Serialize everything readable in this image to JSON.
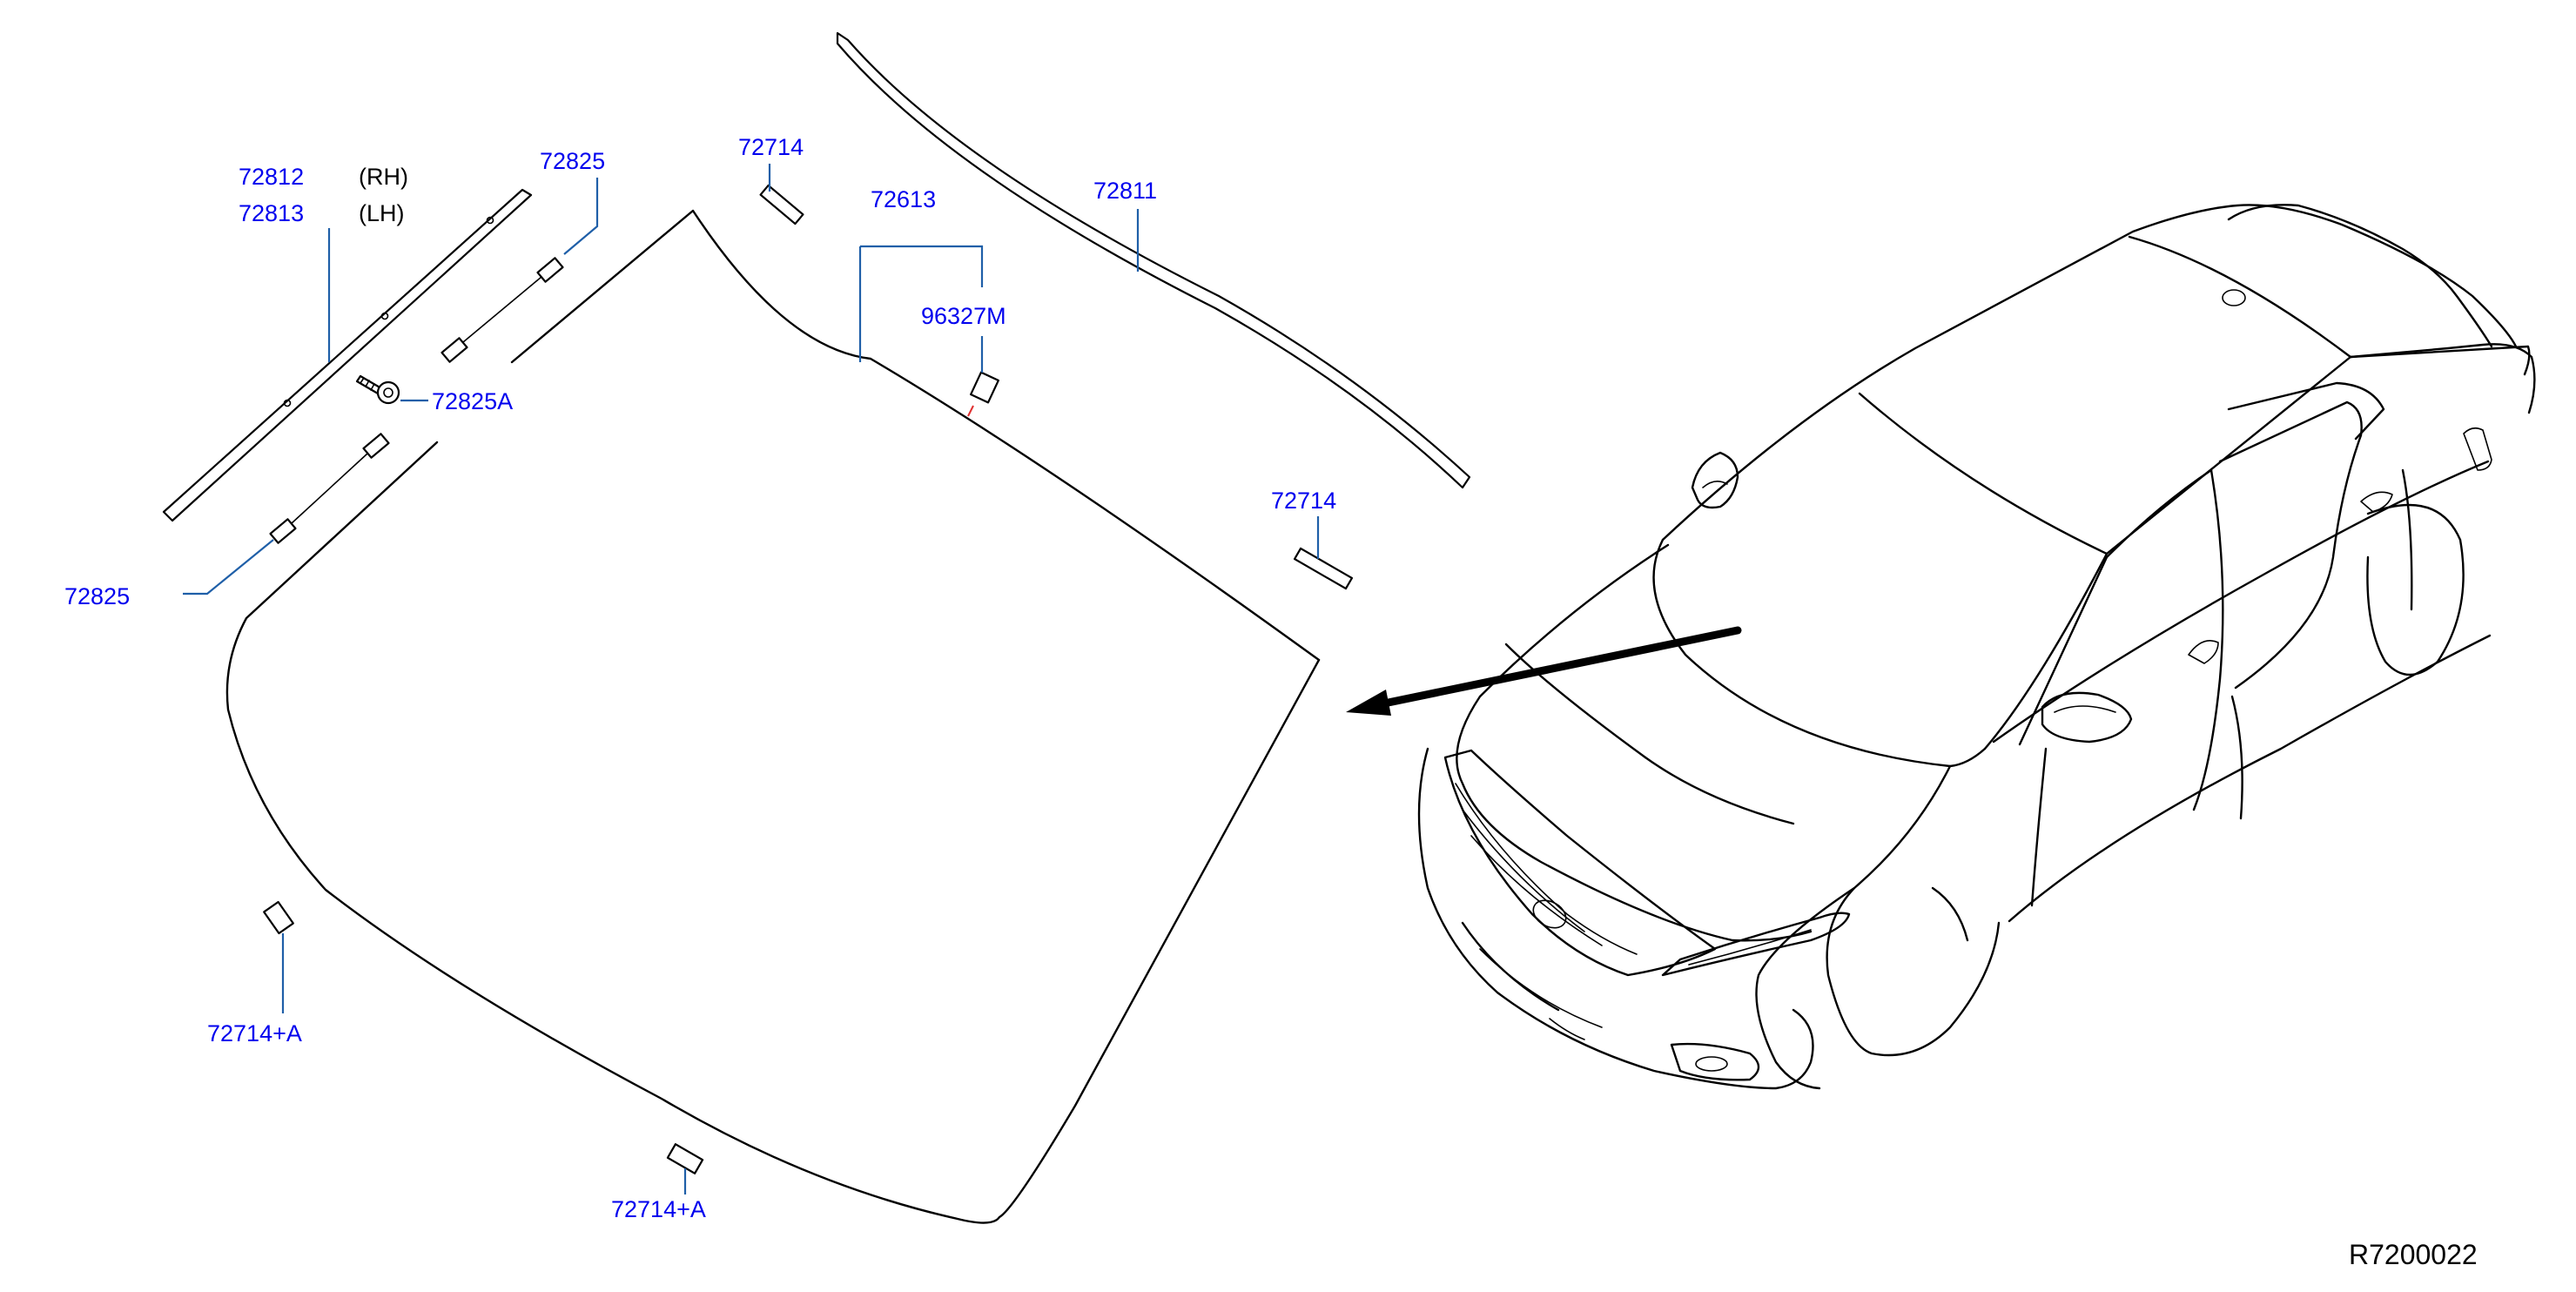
{
  "colors": {
    "callout": "#0000ee",
    "leader": "#1f5fa8",
    "lines": "#000000",
    "background": "#ffffff",
    "red_marker": "#e03030"
  },
  "labels": {
    "rh_part": "72812",
    "rh_side": "(RH)",
    "lh_part": "72813",
    "lh_side": "(LH)",
    "clip_upper": "72825",
    "clip_lower": "72825",
    "bolt": "72825A",
    "spacer_top": "72714",
    "spacer_right": "72714",
    "spacer_left_bottom": "72714+A",
    "spacer_bottom": "72714+A",
    "windshield": "72613",
    "sensor": "96327M",
    "molding": "72811",
    "diagram_code": "R7200022"
  }
}
